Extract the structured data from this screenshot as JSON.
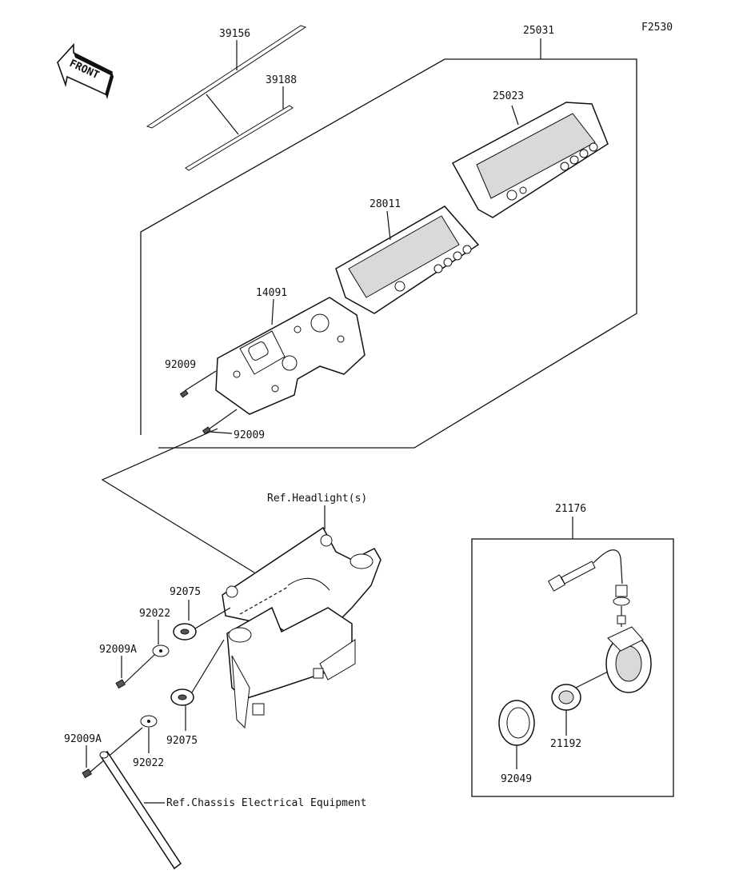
{
  "diagram": {
    "code": "F2530",
    "front_label": "FRONT",
    "parts": {
      "p39156": "39156",
      "p39188": "39188",
      "p25031": "25031",
      "p25023": "25023",
      "p28011": "28011",
      "p14091": "14091",
      "p92009_a": "92009",
      "p92009_b": "92009",
      "p92075_a": "92075",
      "p92075_b": "92075",
      "p92022_a": "92022",
      "p92022_b": "92022",
      "p92009A_a": "92009A",
      "p92009A_b": "92009A",
      "p21176": "21176",
      "p21192": "21192",
      "p92049": "92049"
    },
    "refs": {
      "headlight": "Ref.Headlight(s)",
      "chassis": "Ref.Chassis Electrical Equipment"
    }
  }
}
